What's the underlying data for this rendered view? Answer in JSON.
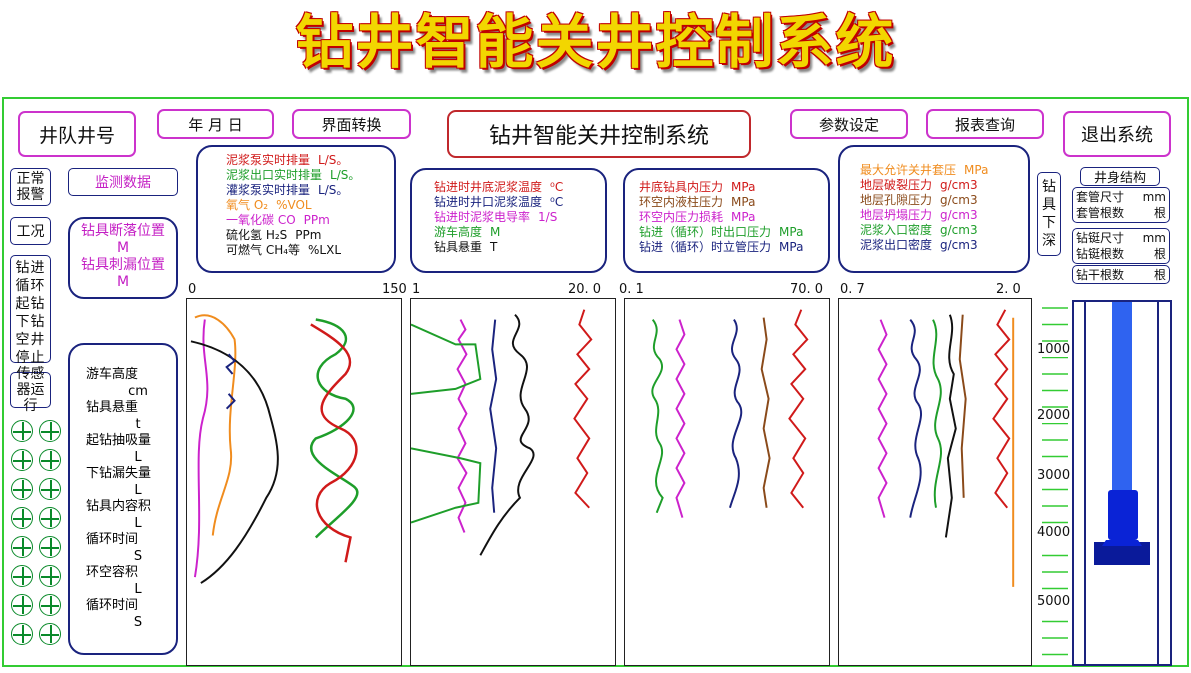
{
  "banner": {
    "title": "钻井智能关井控制系统"
  },
  "header": {
    "team_well": "井队井号",
    "date": "年 月 日",
    "switch_view": "界面转换",
    "center_title": "钻井智能关井控制系统",
    "param_setting": "参数设定",
    "report_query": "报表查询",
    "exit": "退出系统"
  },
  "left_nav": {
    "alarm": "正常报警",
    "monitor": "监测数据",
    "condition": "工况",
    "modes": "钻进循环起钻下钻空井停止",
    "sensor": "传感器运行"
  },
  "drop_box": {
    "line1": "钻具断落位置",
    "line2": "M",
    "line3": "钻具刺漏位置",
    "line4": "M"
  },
  "stats": [
    {
      "label": "游车高度",
      "unit": "cm"
    },
    {
      "label": "钻具悬重",
      "unit": "t"
    },
    {
      "label": "起钻抽吸量",
      "unit": "L"
    },
    {
      "label": "下钻漏失量",
      "unit": "L"
    },
    {
      "label": "钻具内容积",
      "unit": "L"
    },
    {
      "label": "循环时间",
      "unit": "S"
    },
    {
      "label": "环空容积",
      "unit": "L"
    },
    {
      "label": "循环时间",
      "unit": "S"
    }
  ],
  "param_boxes": [
    {
      "items": [
        {
          "text": "泥浆泵实时排量",
          "unit": "L/S。",
          "color": "#d01a1a"
        },
        {
          "text": "泥浆出口实时排量",
          "unit": "L/S。",
          "color": "#1e9e2a"
        },
        {
          "text": "灌浆泵实时排量",
          "unit": "L/S。",
          "color": "#1a237e"
        },
        {
          "text": "氧气 O₂",
          "unit": "%VOL",
          "color": "#f08c1e"
        },
        {
          "text": "一氧化碳 CO",
          "unit": "PPm",
          "color": "#cc22cc"
        },
        {
          "text": "硫化氢 H₂S",
          "unit": "PPm",
          "color": "#111111"
        },
        {
          "text": "可燃气 CH₄等",
          "unit": "%LXL",
          "color": "#111111"
        }
      ]
    },
    {
      "items": [
        {
          "text": "钻进时井底泥浆温度",
          "unit": "⁰C",
          "color": "#d01a1a"
        },
        {
          "text": "钻进时井口泥浆温度",
          "unit": "⁰C",
          "color": "#1a237e"
        },
        {
          "text": "钻进时泥浆电导率",
          "unit": "1/S",
          "color": "#cc22cc"
        },
        {
          "text": "游车高度",
          "unit": "M",
          "color": "#1e9e2a"
        },
        {
          "text": "钻具悬重",
          "unit": "T",
          "color": "#111111"
        }
      ]
    },
    {
      "items": [
        {
          "text": "井底钻具内压力",
          "unit": "MPa",
          "color": "#d01a1a"
        },
        {
          "text": "环空内液柱压力",
          "unit": "MPa",
          "color": "#8a4a1a"
        },
        {
          "text": "环空内压力损耗",
          "unit": "MPa",
          "color": "#cc22cc"
        },
        {
          "text": "钻进（循环）时出口压力",
          "unit": "MPa",
          "color": "#1e9e2a"
        },
        {
          "text": "钻进（循环）时立管压力",
          "unit": "MPa",
          "color": "#1a237e"
        }
      ]
    },
    {
      "items": [
        {
          "text": "最大允许关井套压",
          "unit": "MPa",
          "color": "#f08c1e"
        },
        {
          "text": "地层破裂压力",
          "unit": "g/cm3",
          "color": "#d01a1a"
        },
        {
          "text": "地层孔隙压力",
          "unit": "g/cm3",
          "color": "#8a4a1a"
        },
        {
          "text": "地层坍塌压力",
          "unit": "g/cm3",
          "color": "#cc22cc"
        },
        {
          "text": "泥浆入口密度",
          "unit": "g/cm3",
          "color": "#1e9e2a"
        },
        {
          "text": "泥浆出口密度",
          "unit": "g/cm3",
          "color": "#1a237e"
        }
      ]
    }
  ],
  "tracks": [
    {
      "min": "0",
      "max": "150"
    },
    {
      "min": "1",
      "max": "20. 0"
    },
    {
      "min": "0. 1",
      "max": "70. 0"
    },
    {
      "min": "0. 7",
      "max": "2. 0"
    }
  ],
  "depth": {
    "label": "钻具下深",
    "ticks": [
      "1000",
      "2000",
      "3000",
      "4000",
      "5000"
    ]
  },
  "well_structure": {
    "title": "井身结构",
    "casing_size": "套管尺寸",
    "casing_size_unit": "mm",
    "casing_count": "套管根数",
    "casing_count_unit": "根",
    "collar_size": "钻铤尺寸",
    "collar_size_unit": "mm",
    "collar_count": "钻铤根数",
    "collar_count_unit": "根",
    "pipe_count": "钻干根数",
    "pipe_count_unit": "根"
  },
  "colors": {
    "frame": "#33cc33",
    "button_border": "#cc33cc",
    "navy": "#1a237e",
    "red": "#d01a1a",
    "green": "#1e9e2a",
    "magenta": "#cc22cc",
    "orange": "#f08c1e",
    "brown": "#8a4a1a"
  }
}
